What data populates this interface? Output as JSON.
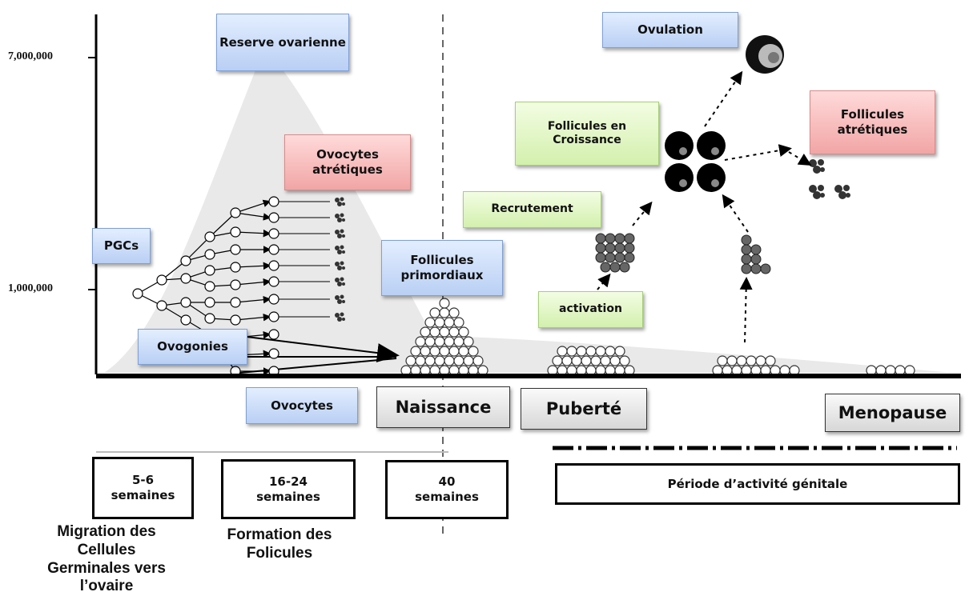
{
  "axis": {
    "ticks": [
      "7,000,000",
      "1,000,000"
    ]
  },
  "labels": {
    "reserve": "Reserve ovarienne",
    "pgcs": "PGCs",
    "ovocytes_atretiques": "Ovocytes atrétiques",
    "ovogonies": "Ovogonies",
    "ovocytes": "Ovocytes",
    "follicules_primordiaux": "Follicules primordiaux",
    "recrutement": "Recrutement",
    "follicules_croissance": "Follicules en Croissance",
    "activation": "activation",
    "ovulation": "Ovulation",
    "follicules_atretiques": "Follicules atrétiques"
  },
  "stages": {
    "naissance": "Naissance",
    "puberte": "Puberté",
    "menopause": "Menopause"
  },
  "periods": [
    {
      "label": "5-6 semaines"
    },
    {
      "label": "16-24 semaines"
    },
    {
      "label": "40 semaines"
    },
    {
      "label": "Période d’activité génitale"
    }
  ],
  "captions": {
    "migration": "Migration des Cellules Germinales vers l’ovaire",
    "formation": "Formation des Folicules"
  },
  "colors": {
    "blue_box": "#b9cff4",
    "red_box": "#f2a5a5",
    "green_box": "#d3f0ad",
    "grey_box": "#d7d7d7",
    "reserve_shade": "#e9e9e9"
  }
}
